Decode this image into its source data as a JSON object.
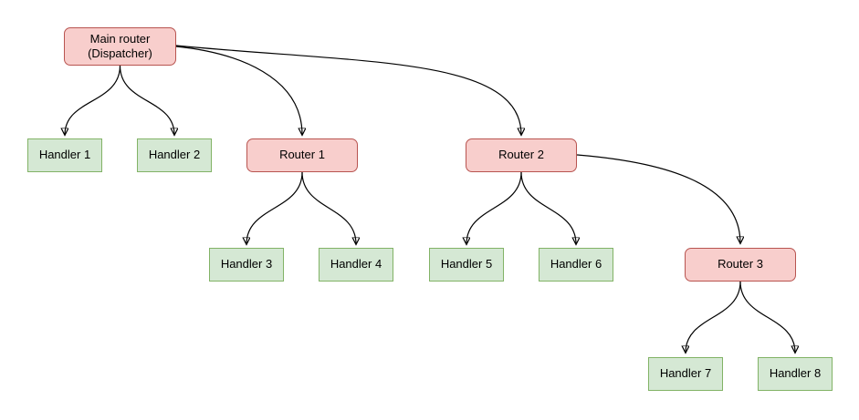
{
  "diagram": {
    "colors": {
      "router_fill": "#f8cecc",
      "router_stroke": "#b85450",
      "handler_fill": "#d5e8d4",
      "handler_stroke": "#82b366",
      "edge_stroke": "#000000",
      "background": "#ffffff"
    },
    "nodes": {
      "main": {
        "label": "Main router\n(Dispatcher)",
        "type": "router"
      },
      "router1": {
        "label": "Router 1",
        "type": "router"
      },
      "router2": {
        "label": "Router 2",
        "type": "router"
      },
      "router3": {
        "label": "Router 3",
        "type": "router"
      },
      "handler1": {
        "label": "Handler 1",
        "type": "handler"
      },
      "handler2": {
        "label": "Handler 2",
        "type": "handler"
      },
      "handler3": {
        "label": "Handler 3",
        "type": "handler"
      },
      "handler4": {
        "label": "Handler 4",
        "type": "handler"
      },
      "handler5": {
        "label": "Handler 5",
        "type": "handler"
      },
      "handler6": {
        "label": "Handler 6",
        "type": "handler"
      },
      "handler7": {
        "label": "Handler 7",
        "type": "handler"
      },
      "handler8": {
        "label": "Handler 8",
        "type": "handler"
      }
    },
    "edges": [
      {
        "from": "main",
        "to": "handler1"
      },
      {
        "from": "main",
        "to": "handler2"
      },
      {
        "from": "main",
        "to": "router1"
      },
      {
        "from": "main",
        "to": "router2"
      },
      {
        "from": "router1",
        "to": "handler3"
      },
      {
        "from": "router1",
        "to": "handler4"
      },
      {
        "from": "router2",
        "to": "handler5"
      },
      {
        "from": "router2",
        "to": "handler6"
      },
      {
        "from": "router2",
        "to": "router3"
      },
      {
        "from": "router3",
        "to": "handler7"
      },
      {
        "from": "router3",
        "to": "handler8"
      }
    ]
  }
}
